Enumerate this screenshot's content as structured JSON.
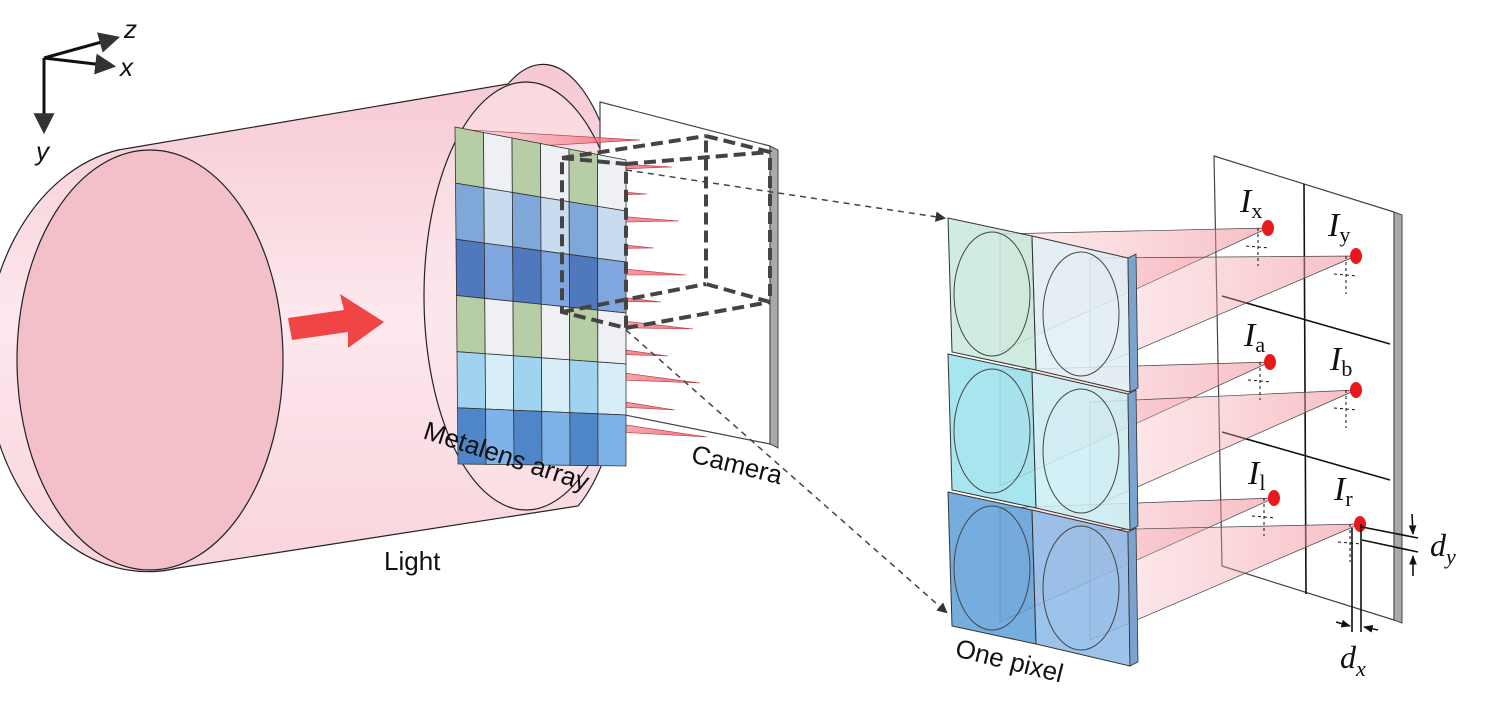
{
  "labels": {
    "axis_z": "z",
    "axis_x": "x",
    "axis_y": "y",
    "light": "Light",
    "metalens_array": "Metalens array",
    "camera": "Camera",
    "one_pixel": "One pixel"
  },
  "spots": [
    {
      "main": "I",
      "sub": "x"
    },
    {
      "main": "I",
      "sub": "y"
    },
    {
      "main": "I",
      "sub": "a"
    },
    {
      "main": "I",
      "sub": "b"
    },
    {
      "main": "I",
      "sub": "l"
    },
    {
      "main": "I",
      "sub": "r"
    }
  ],
  "offsets": {
    "dx_main": "d",
    "dx_sub": "x",
    "dy_main": "d",
    "dy_sub": "y"
  },
  "colors": {
    "light_beam": "#fbdfe6",
    "arrow": "#f04545",
    "focal_spot": "#e8191c",
    "cone": "#f27a82"
  }
}
